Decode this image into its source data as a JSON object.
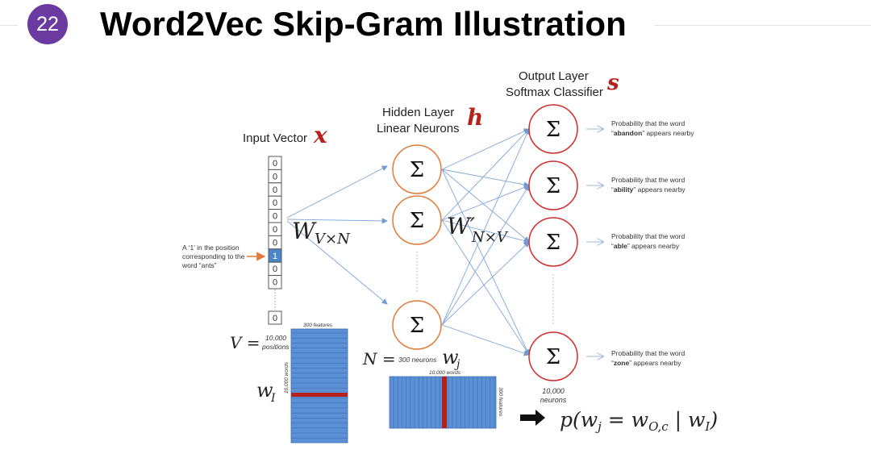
{
  "slide": {
    "number": "22",
    "title": "Word2Vec Skip-Gram Illustration"
  },
  "input": {
    "label": "Input Vector",
    "symbol": "x",
    "cells": [
      "0",
      "0",
      "0",
      "0",
      "0",
      "0",
      "0",
      "1",
      "0",
      "0"
    ],
    "last_cell": "0",
    "annotation": [
      "A ‘1’ in the position",
      "corresponding to the",
      "word “ants”"
    ]
  },
  "hidden": {
    "label_1": "Hidden Layer",
    "label_2": "Linear Neurons",
    "symbol": "h"
  },
  "output": {
    "label_1": "Output Layer",
    "label_2": "Softmax Classifier",
    "symbol": "s"
  },
  "neuron_symbol": "Σ",
  "weights": {
    "w_in": "W",
    "w_in_sub": "V×N",
    "w_out": "W′",
    "w_out_sub": "N×V"
  },
  "probabilities": [
    {
      "line1": "Probability that the word",
      "pre": "“",
      "word": "abandon",
      "post": "” appears nearby"
    },
    {
      "line1": "Probability that the word",
      "pre": "“",
      "word": "ability",
      "post": "” appears nearby"
    },
    {
      "line1": "Probability that the word",
      "pre": "“",
      "word": "able",
      "post": "” appears nearby"
    },
    {
      "line1": "Probability that the word",
      "pre": "“",
      "word": "zone",
      "post": "” appears nearby"
    }
  ],
  "matrix_left": {
    "v_label": "V =",
    "rows_value": "10,000",
    "rows_label": "positions",
    "top_label": "300 features",
    "side_label": "10,000 words",
    "row_symbol": "w",
    "row_sub": "I"
  },
  "matrix_right": {
    "n_label": "N =",
    "n_value": "300 neurons",
    "col_symbol": "w",
    "col_sub": "j",
    "top_label": "10,000 words",
    "side_label": "300 features"
  },
  "output_count": {
    "value": "10,000",
    "label": "neurons"
  },
  "formula": {
    "lhs": "p(w",
    "lhs_sub": "j",
    "eq": " = w",
    "eq_sub": "O,c",
    "rest": " | w",
    "rest_sub": "I",
    "close": ")"
  },
  "colors": {
    "accent_purple": "#6a3aa0",
    "neuron_orange": "#e07b39",
    "output_red": "#d42a2a",
    "matrix_blue": "#5b8fd6",
    "highlight_red": "#b5221c",
    "arrow_blue": "#6f9bd4",
    "one_cell": "#4a86c8"
  }
}
